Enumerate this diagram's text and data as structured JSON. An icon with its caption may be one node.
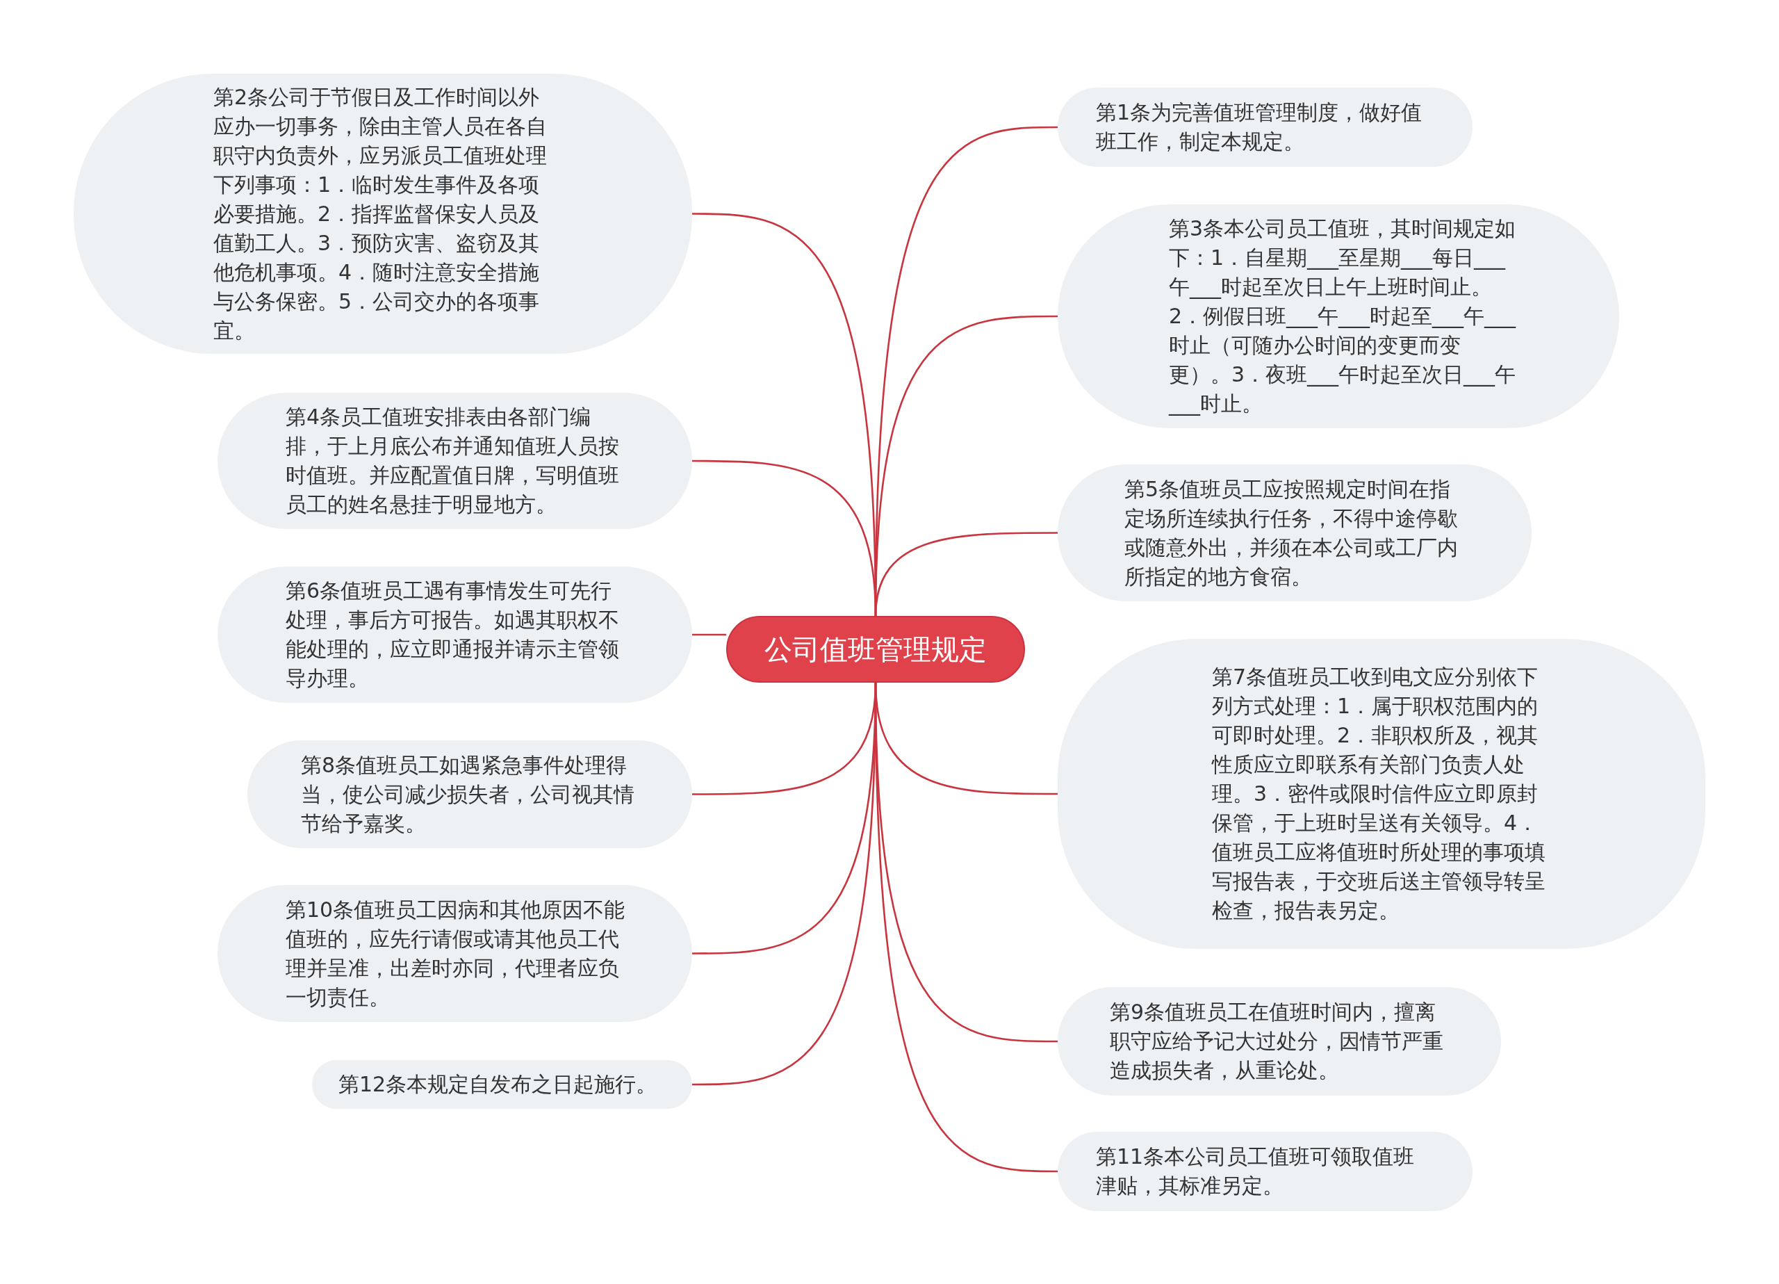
{
  "diagram": {
    "nodes": [
      {
        "text": [
          "公司值班管理规定"
        ]
      },
      {
        "text": [
          "第1条为完善值班管理制度，做好值班工作，制定本规定。"
        ]
      },
      {
        "text": [
          "第2条公司于节假日及工作时间以外应办一切事务，除由主管人员在各自职守内负责外，应另派员工值班处理下列事项：1．临时发生事件及各项必要措施。2．指挥监督保安人员及值勤工人。3．预防灾害、盗窃及其他危机事项。4．随时注意安全措施与公务保密。5．公司交办的各项事宜。"
        ]
      },
      {
        "text": [
          "第3条本公司员工值班，其时间规定如下：1．自星期___至星期___每日___午___时起至次日上午上班时间止。2．例假日班___午___时起至___午___时止（可随办公时间的变更而变更）。3．夜班___午时起至次日___午___时止。"
        ]
      },
      {
        "text": [
          "第4条员工值班安排表由各部门编排，于上月底公布并通知值班人员按时值班。并应配置值日牌，写明值班员工的姓名悬挂于明显地方。"
        ]
      },
      {
        "text": [
          "第5条值班员工应按照规定时间在指定场所连续执行任务，不得中途停歇或随意外出，并须在本公司或工厂内所指定的地方食宿。"
        ]
      },
      {
        "text": [
          "第6条值班员工遇有事情发生可先行处理，事后方可报告。如遇其职权不能处理的，应立即通报并请示主管领导办理。"
        ]
      },
      {
        "text": [
          "第7条值班员工收到电文应分别依下列方式处理：1．属于职权范围内的可即时处理。2．非职权所及，视其性质应立即联系有关部门负责人处理。3．密件或限时信件应立即原封保管，于上班时呈送有关领导。4．值班员工应将值班时所处理的事项填写报告表，于交班后送主管领导转呈检查，报告表另定。"
        ]
      },
      {
        "text": [
          "第8条值班员工如遇紧急事件处理得当，使公司减少损失者，公司视其情节给予嘉奖。"
        ]
      },
      {
        "text": [
          "第9条值班员工在值班时间内，擅离职守应给予记大过处分，因情节严重造成损失者，从重论处。"
        ]
      },
      {
        "text": [
          "第10条值班员工因病和其他原因不能值班的，应先行请假或请其他员工代理并呈准，出差时亦同，代理者应负一切责任。"
        ]
      },
      {
        "text": [
          "第11条本公司员工值班可领取值班津贴，其标准另定。"
        ]
      },
      {
        "text": [
          "第12条本规定自发布之日起施行。"
        ]
      }
    ],
    "edges": [
      {
        "from": 0,
        "to": 1,
        "arrow": "none"
      },
      {
        "from": 0,
        "to": 2,
        "arrow": "none"
      },
      {
        "from": 0,
        "to": 3,
        "arrow": "none"
      },
      {
        "from": 0,
        "to": 4,
        "arrow": "none"
      },
      {
        "from": 0,
        "to": 5,
        "arrow": "none"
      },
      {
        "from": 0,
        "to": 6,
        "arrow": "none"
      },
      {
        "from": 0,
        "to": 7,
        "arrow": "none"
      },
      {
        "from": 0,
        "to": 8,
        "arrow": "none"
      },
      {
        "from": 0,
        "to": 9,
        "arrow": "none"
      },
      {
        "from": 0,
        "to": 10,
        "arrow": "none"
      },
      {
        "from": 0,
        "to": 11,
        "arrow": "none"
      },
      {
        "from": 0,
        "to": 12,
        "arrow": "none"
      }
    ]
  }
}
